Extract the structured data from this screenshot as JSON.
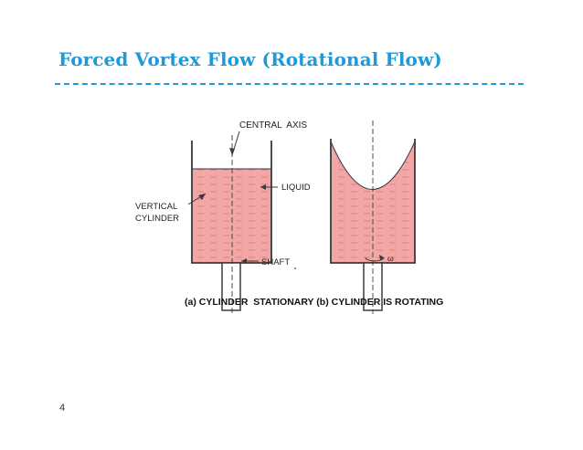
{
  "slide": {
    "title": "Forced Vortex Flow (Rotational Flow)",
    "page_number": "4"
  },
  "diagram": {
    "labels": {
      "central_axis": "CENTRAL  AXIS",
      "liquid": "LIQUID",
      "vertical_cylinder_line1": "VERTICAL",
      "vertical_cylinder_line2": "CYLINDER",
      "shaft": "SHAFT",
      "omega": "ω",
      "caption": "(a) CYLINDER  STATIONARY (b) CYLINDER IS ROTATING"
    },
    "colors": {
      "liquid_fill": "#f2a7a7",
      "liquid_dash": "#e07f7f",
      "outline": "#3a3a3a",
      "title": "#1f9ad6"
    }
  }
}
